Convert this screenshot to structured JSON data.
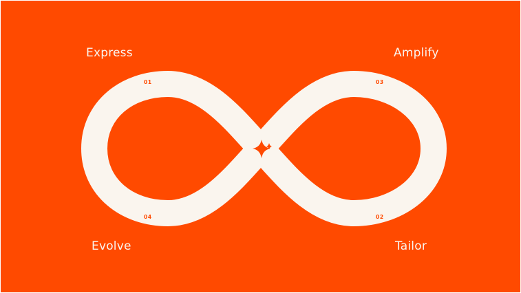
{
  "colors": {
    "background": "#FF4A00",
    "loop": "#FAF5EE",
    "label_text": "#FAF5EE",
    "step_number_text": "#FF4A00",
    "center_icon": "#FF4A00"
  },
  "stages": {
    "express": {
      "number": "01",
      "label": "Express"
    },
    "tailor": {
      "number": "02",
      "label": "Tailor"
    },
    "amplify": {
      "number": "03",
      "label": "Amplify"
    },
    "evolve": {
      "number": "04",
      "label": "Evolve"
    }
  },
  "center_icon": "sparkle-icon"
}
